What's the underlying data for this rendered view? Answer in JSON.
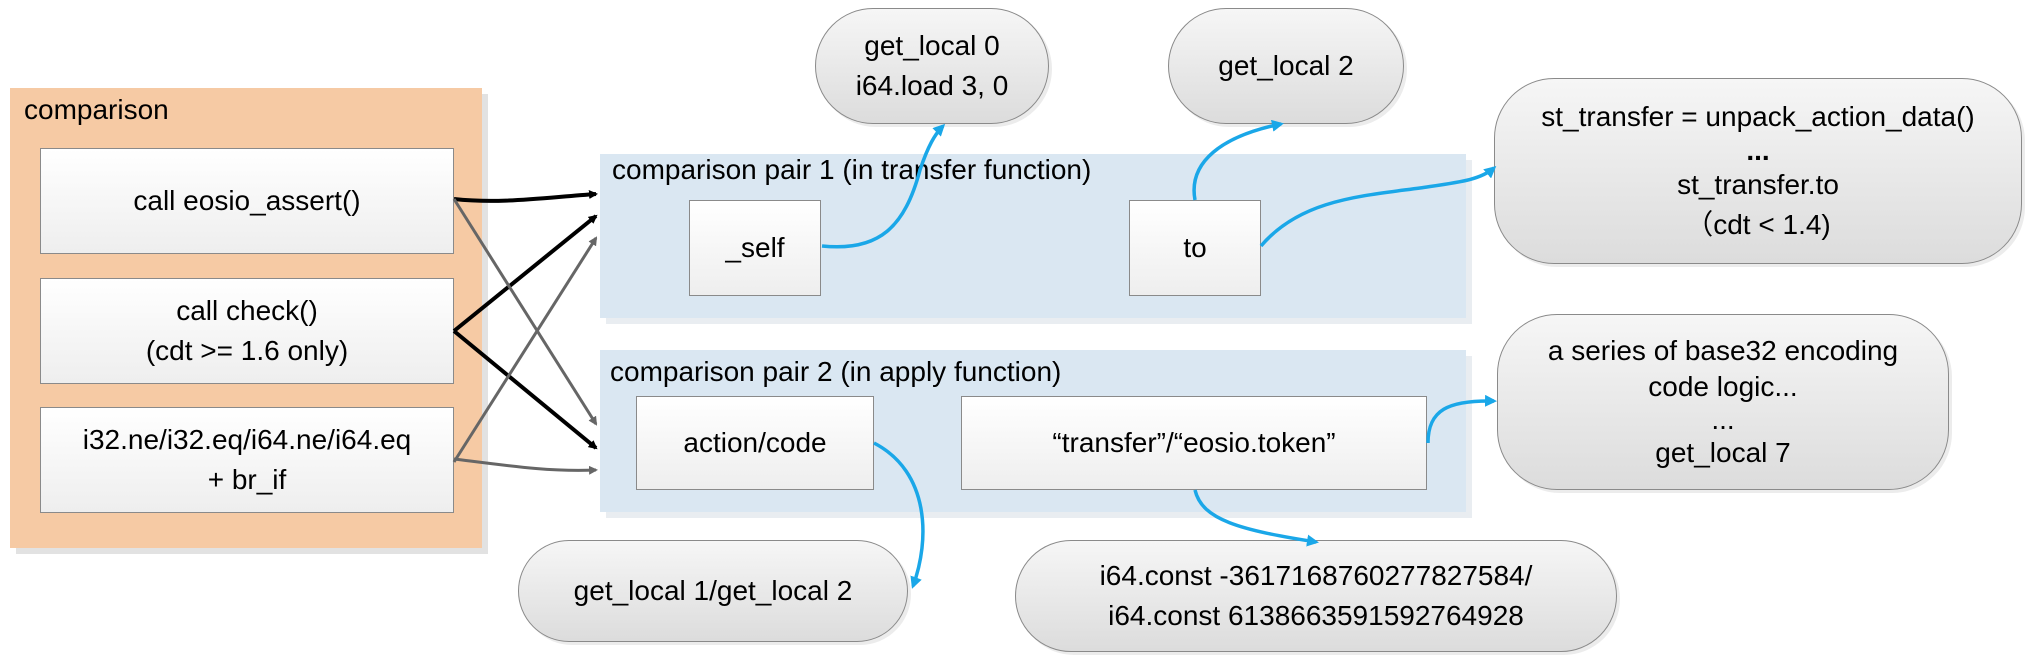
{
  "comparison": {
    "title": "comparison",
    "items": [
      {
        "line1": "call eosio_assert()",
        "line2": ""
      },
      {
        "line1": "call check()",
        "line2": "(cdt >= 1.6 only)"
      },
      {
        "line1": "i32.ne/i32.eq/i64.ne/i64.eq",
        "line2": "+ br_if"
      }
    ]
  },
  "pair1": {
    "title": "comparison pair 1 (in transfer function)",
    "left_label": "_self",
    "right_label": "to"
  },
  "pair2": {
    "title": "comparison pair 2 (in apply function)",
    "left_label": "action/code",
    "right_label": "“transfer”/“eosio.token”"
  },
  "bubbles": {
    "self_wasm": {
      "lines": [
        "get_local 0",
        "i64.load 3, 0"
      ]
    },
    "to_wasm": {
      "lines": [
        "get_local 2"
      ]
    },
    "st_transfer": {
      "lines": [
        "st_transfer = unpack_action_data()",
        "...",
        "st_transfer.to",
        "（cdt < 1.4)"
      ]
    },
    "base32": {
      "lines": [
        "a series of base32 encoding",
        "code logic...",
        "...",
        "get_local 7"
      ]
    },
    "action_code_wasm": {
      "lines": [
        "get_local 1/get_local 2"
      ]
    },
    "const_wasm": {
      "lines": [
        "i64.const -3617168760277827584/",
        "i64.const 6138663591592764928"
      ]
    }
  },
  "colors": {
    "orange_panel": "#f6caa4",
    "blue_panel": "#dae7f2",
    "blue_arrow": "#1aa7e8",
    "black_arrow": "#000000",
    "gray_arrow": "#666666"
  }
}
